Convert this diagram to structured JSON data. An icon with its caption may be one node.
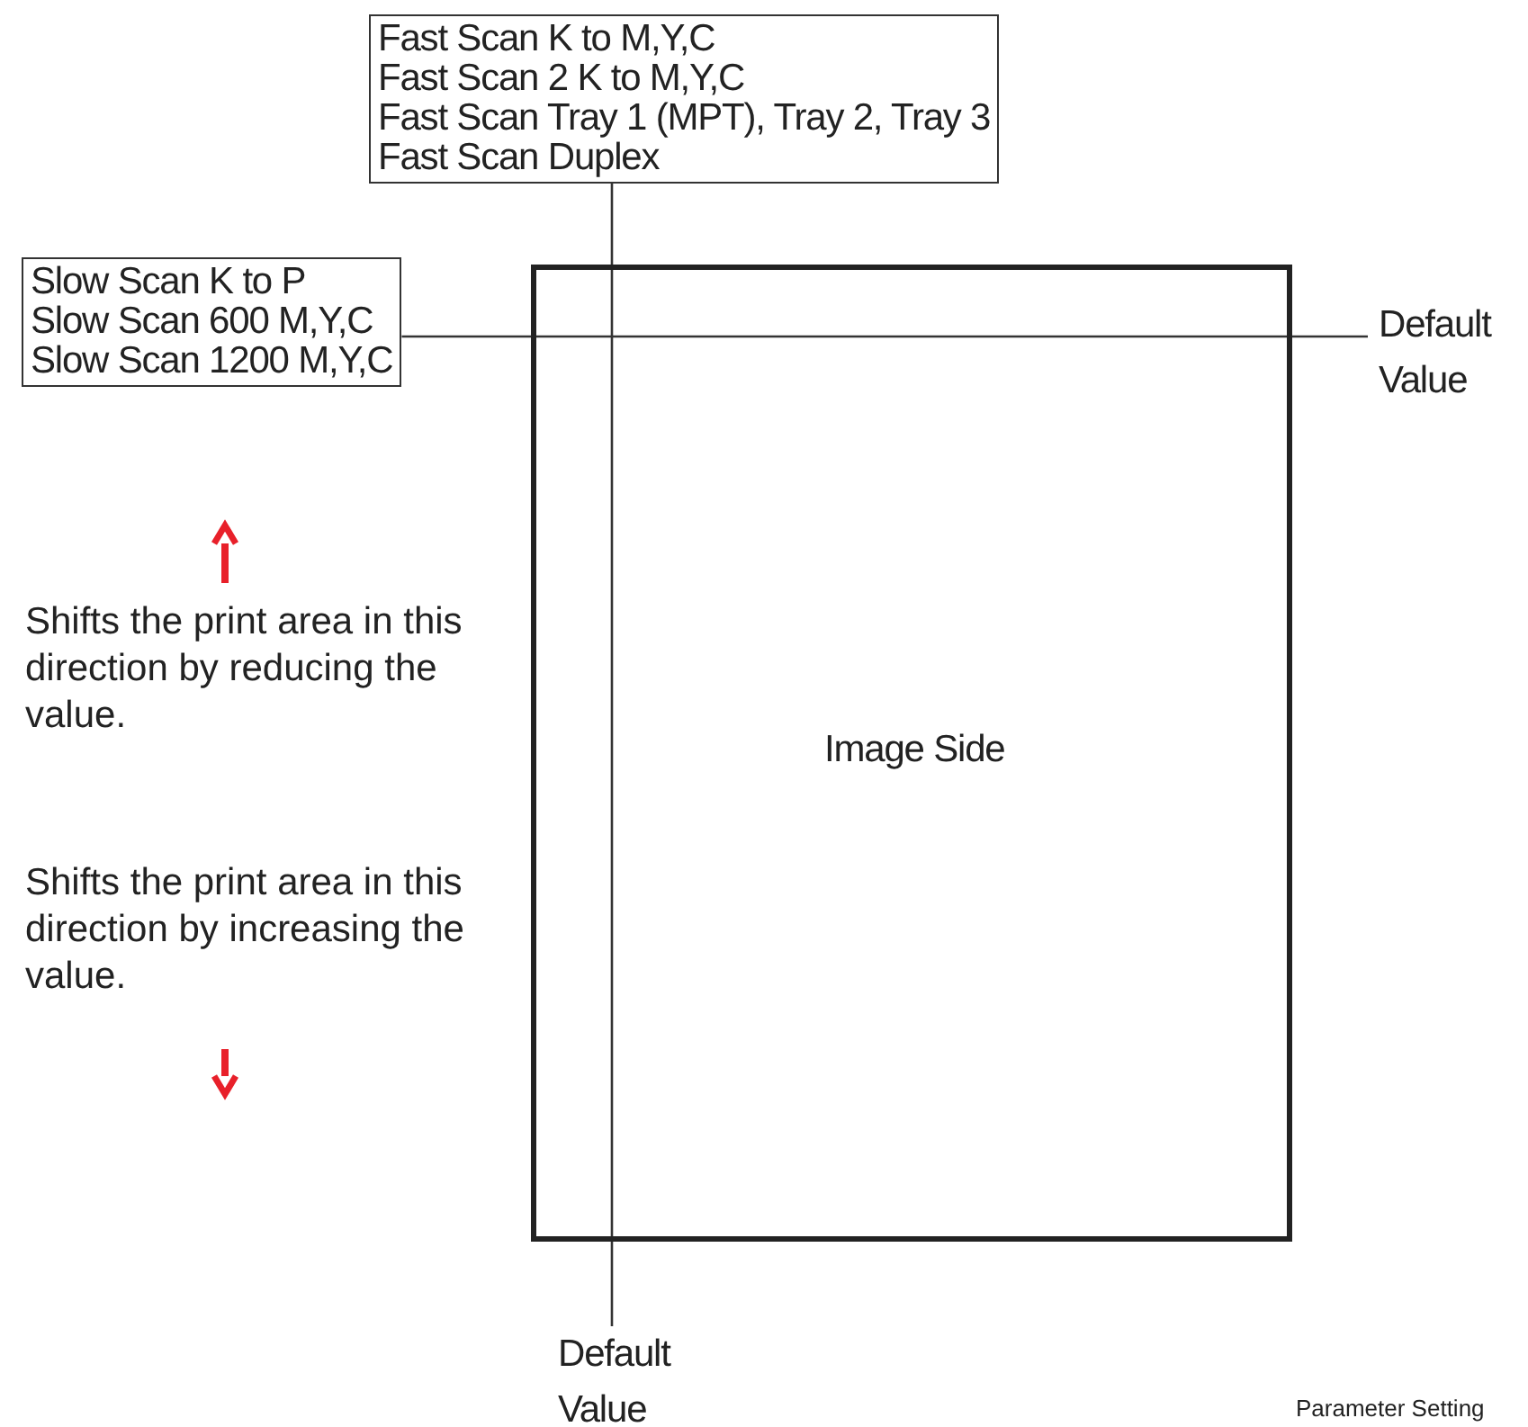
{
  "diagram": {
    "caption": "Parameter Setting",
    "nodes": [
      {
        "text": [
          "Fast Scan K to M,Y,C",
          "Fast Scan 2 K to M,Y,C",
          "Fast Scan Tray 1 (MPT), Tray 2, Tray 3",
          "Fast Scan Duplex"
        ]
      },
      {
        "text": [
          "Slow Scan K to P",
          "Slow Scan 600 M,Y,C",
          "Slow Scan 1200 M,Y,C"
        ]
      },
      {
        "text": [
          "Default Value"
        ]
      },
      {
        "text": [
          "Image Side"
        ]
      },
      {
        "text": [
          "Default Value"
        ]
      }
    ],
    "edges": [
      {
        "from": 0,
        "to": 4,
        "arrow": "none"
      },
      {
        "from": 1,
        "to": 2,
        "arrow": "none"
      }
    ],
    "labels": [
      "Shifts the print area in this direction by reducing the value.",
      "Shifts the print area in this direction by increasing the value."
    ]
  }
}
